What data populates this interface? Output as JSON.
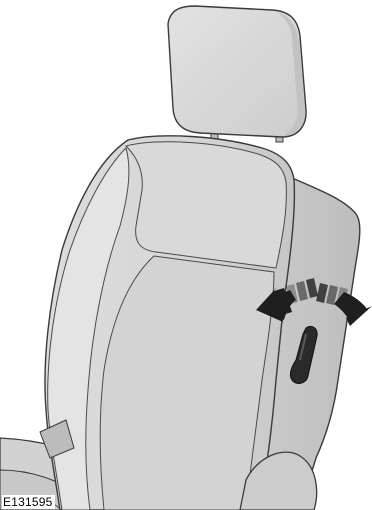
{
  "figure": {
    "reference_code": "E131595",
    "subject": "seat-backrest-recline-lever",
    "arrows": [
      "recline-forward-arrow",
      "recline-backward-arrow"
    ]
  },
  "colors": {
    "seat_fill": "#d7d7d7",
    "seat_shade": "#c4c4c4",
    "seat_light": "#e6e6e6",
    "outline": "#3a3a3a",
    "lever": "#2a2a2a",
    "arrow": "#1f1f1f",
    "background": "#ffffff"
  }
}
